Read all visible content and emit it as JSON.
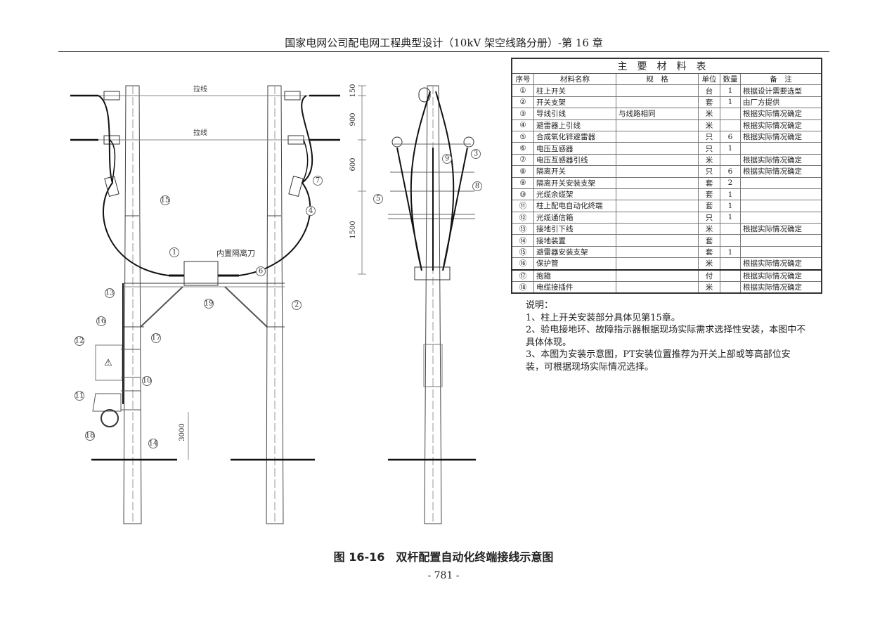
{
  "header": "国家电网公司配电网工程典型设计（10kV 架空线路分册）-第 16 章",
  "table": {
    "title": "主要材料表",
    "columns": [
      "序号",
      "材料名称",
      "规　格",
      "单位",
      "数量",
      "备　注"
    ],
    "rows": [
      [
        "①",
        "柱上开关",
        "",
        "台",
        "1",
        "根据设计需要选型"
      ],
      [
        "②",
        "开关支架",
        "",
        "套",
        "1",
        "由厂方提供"
      ],
      [
        "③",
        "导线引线",
        "与线路相同",
        "米",
        "",
        "根据实际情况确定"
      ],
      [
        "④",
        "避雷器上引线",
        "",
        "米",
        "",
        "根据实际情况确定"
      ],
      [
        "⑤",
        "合成氧化锌避雷器",
        "",
        "只",
        "6",
        "根据实际情况确定"
      ],
      [
        "⑥",
        "电压互感器",
        "",
        "只",
        "1",
        ""
      ],
      [
        "⑦",
        "电压互感器引线",
        "",
        "米",
        "",
        "根据实际情况确定"
      ],
      [
        "⑧",
        "隔离开关",
        "",
        "只",
        "6",
        "根据实际情况确定"
      ],
      [
        "⑨",
        "隔离开关安装支架",
        "",
        "套",
        "2",
        ""
      ],
      [
        "⑩",
        "光缆余缆架",
        "",
        "套",
        "1",
        ""
      ],
      [
        "⑪",
        "柱上配电自动化终端",
        "",
        "套",
        "1",
        ""
      ],
      [
        "⑫",
        "光缆通信箱",
        "",
        "只",
        "1",
        ""
      ],
      [
        "⑬",
        "接地引下线",
        "",
        "米",
        "",
        "根据实际情况确定"
      ],
      [
        "⑭",
        "接地装置",
        "",
        "套",
        "",
        ""
      ],
      [
        "⑮",
        "避雷器安装支架",
        "",
        "套",
        "1",
        ""
      ],
      [
        "⑯",
        "保护管",
        "",
        "米",
        "",
        "根据实际情况确定"
      ],
      [
        "⑰",
        "抱箍",
        "",
        "付",
        "",
        "根据实际情况确定"
      ],
      [
        "⑱",
        "电缆接插件",
        "",
        "米",
        "",
        "根据实际情况确定"
      ]
    ]
  },
  "notes": {
    "title": "说明：",
    "items": [
      "1、柱上开关安装部分具体见第15章。",
      "2、验电接地环、故障指示器根据现场实际需求选择性安装，本图中不具体体现。",
      "3、本图为安装示意图，PT安装位置推荐为开关上部或等高部位安装，可根据现场实际情况选择。"
    ]
  },
  "drawing": {
    "stay_wire": "拉线",
    "builtin_knife": "内置隔离刀",
    "dims": [
      "150",
      "900",
      "600",
      "1500",
      "3000"
    ],
    "callouts": {
      "c1": "1",
      "c2": "2",
      "c3": "3",
      "c4": "4",
      "c5": "5",
      "c6": "6",
      "c7": "7",
      "c8": "8",
      "c9": "9",
      "c10": "10",
      "c11": "11",
      "c12": "12",
      "c13": "13",
      "c14": "14",
      "c15": "15",
      "c16": "16",
      "c17": "17",
      "c18": "18",
      "c19": "19"
    }
  },
  "caption": "图 16-16　双杆配置自动化终端接线示意图",
  "page_number": "- 781 -"
}
